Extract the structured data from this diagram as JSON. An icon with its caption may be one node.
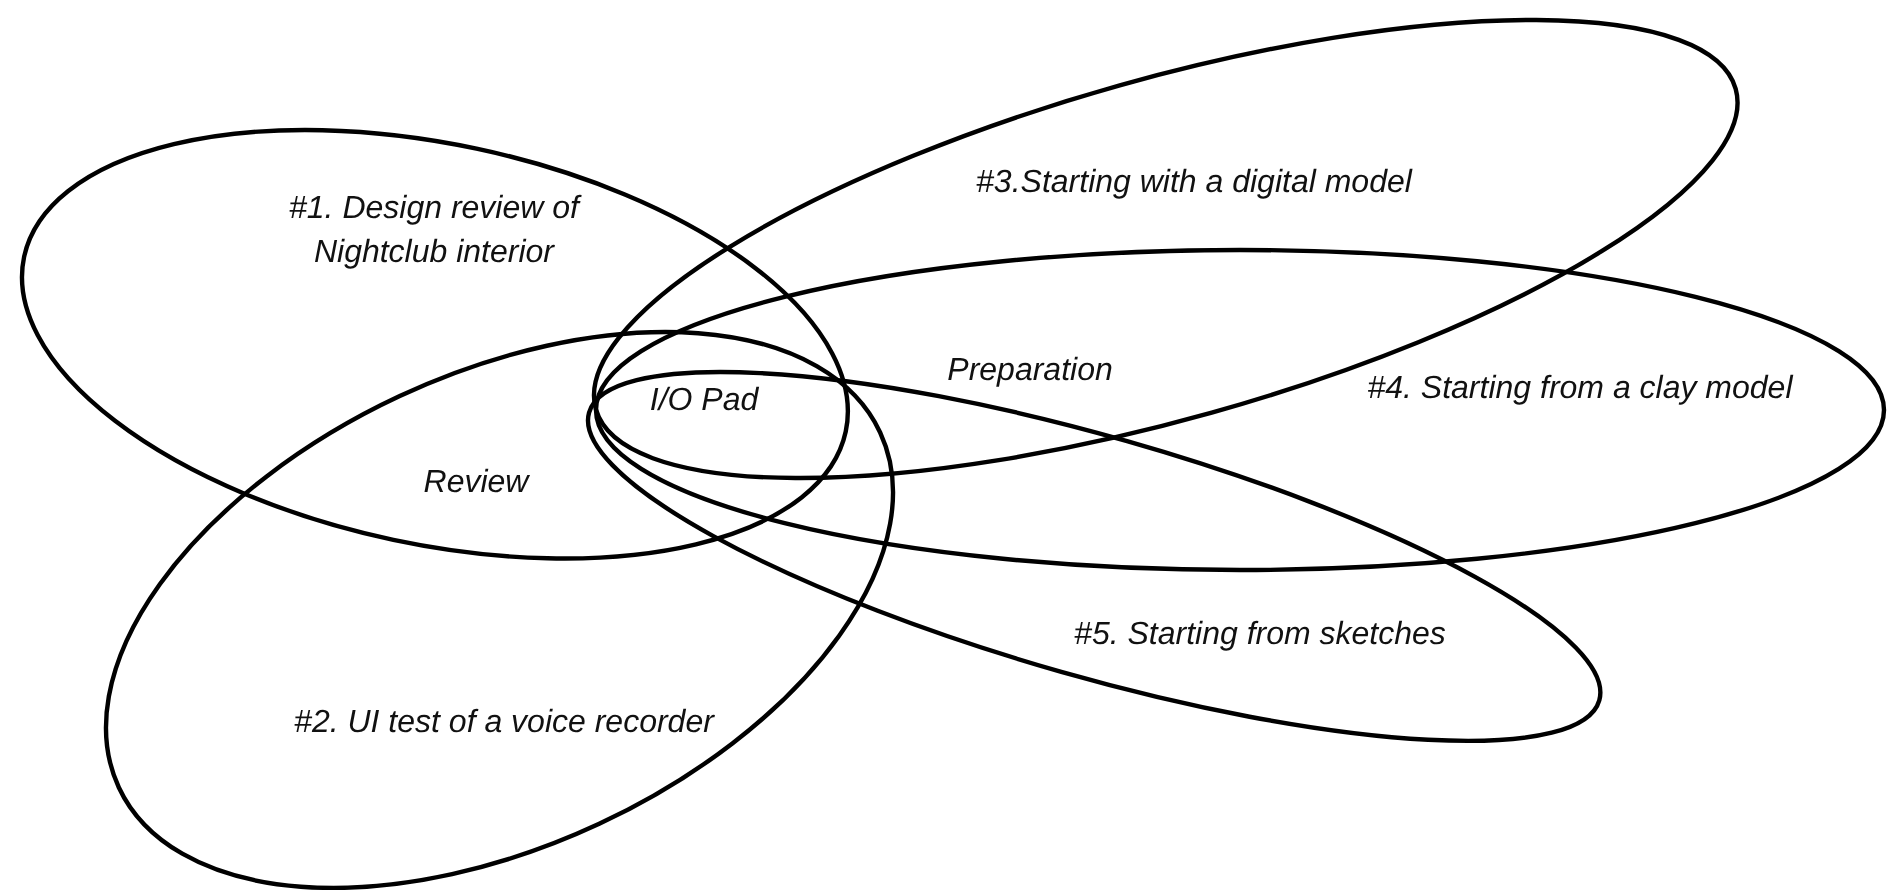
{
  "diagram": {
    "nodes": [
      {
        "text": [
          "#1. Design review of Nightclub interior"
        ]
      },
      {
        "text": [
          "#2. UI test of a voice recorder"
        ]
      },
      {
        "text": [
          "#3.Starting with a digital model"
        ]
      },
      {
        "text": [
          "#4. Starting from a clay model"
        ]
      },
      {
        "text": [
          "#5. Starting from sketches"
        ]
      }
    ],
    "edges": [],
    "labels": [
      "I/O Pad",
      "Review",
      "Preparation"
    ]
  }
}
